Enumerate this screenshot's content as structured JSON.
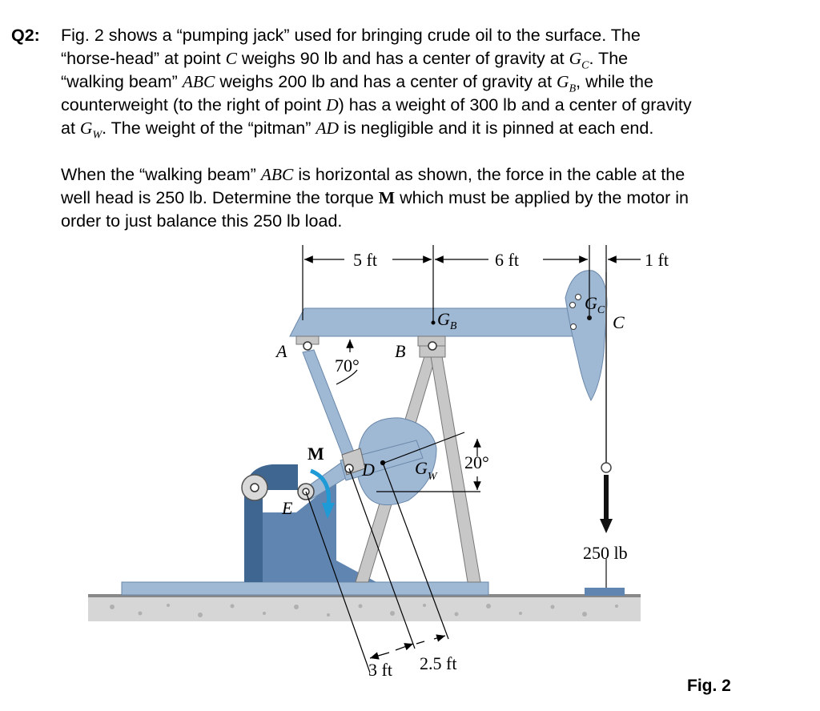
{
  "question": {
    "label": "Q2:",
    "para1": [
      "Fig. 2 shows a “pumping jack” used for bringing crude oil to the surface. The",
      "“horse-head” at point C weighs 90 lb and has a center of gravity at G_C. The",
      "“walking beam” ABC weighs 200 lb and has a center of gravity at G_B, while the",
      "counterweight (to the right of point D) has a weight of 300 lb and a center of gravity",
      "at G_W. The weight of the “pitman” AD is negligible and it is pinned at each end."
    ],
    "para2": [
      "When the “walking beam” ABC is horizontal as shown, the force in the cable at the",
      "well head is 250 lb. Determine the torque M which must be applied by the motor in",
      "order to just balance this 250 lb load."
    ]
  },
  "figure": {
    "dim_5ft": "5 ft",
    "dim_6ft": "6 ft",
    "dim_1ft": "1 ft",
    "dim_3ft": "3 ft",
    "dim_2_5ft": "2.5 ft",
    "angle_70": "70°",
    "angle_20": "20°",
    "load": "250 lb",
    "point_A": "A",
    "point_B": "B",
    "point_C": "C",
    "point_D": "D",
    "point_E": "E",
    "moment_M": "M",
    "gc_G": "G",
    "gc_sub": "C",
    "gb_G": "G",
    "gb_sub": "B",
    "gw_G": "G",
    "gw_sub": "W",
    "caption": "Fig. 2"
  },
  "colors": {
    "steel_blue": "#9fb8d4",
    "base_blue": "#5f85b0",
    "dark_blue": "#3f6690",
    "moment_arrow": "#1e9ad6",
    "ground": "#c9c9c9"
  }
}
